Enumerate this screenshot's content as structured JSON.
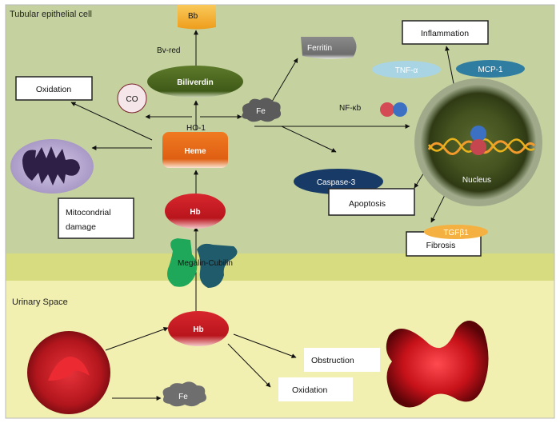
{
  "regions": {
    "cell": "Tubular epithelial cell",
    "urinary": "Urinary Space"
  },
  "nodes": {
    "bb": "Bb",
    "bv_red": "Bv-red",
    "biliverdin": "Biliverdin",
    "co": "CO",
    "fe_cell": "Fe",
    "ferritin": "Ferritin",
    "ho1": "HO-1",
    "heme": "Heme",
    "hb_cell": "Hb",
    "megalin": "Megalin-Cubilin",
    "hb_urine": "Hb",
    "fe_urine": "Fe",
    "nfkb": "NF-κb",
    "tnf": "TNF-α",
    "mcp1": "MCP-1",
    "caspase": "Caspase-3",
    "nucleus": "Nucleus",
    "tgf": "TGFβ1"
  },
  "boxes": {
    "oxidation_cell": "Oxidation",
    "inflammation": "Inflammation",
    "apoptosis": "Apoptosis",
    "mito_line1": "Mitocondrial",
    "mito_line2": "damage",
    "fibrosis": "Fibrosis",
    "obstruction": "Obstruction",
    "oxidation_urine": "Oxidation"
  },
  "colors": {
    "cell_bg": "#c5d2a0",
    "membrane": "#d8dc80",
    "urine_bg": "#f2f0b0",
    "biliverdin": "#4d6b1f",
    "heme": "#e06a1a",
    "hb": "#c61b24",
    "caspase": "#173a66",
    "tnf": "#a9d4e4",
    "mcp1": "#2f7da0",
    "tgf": "#f4b141",
    "bb": "#f5b234"
  }
}
